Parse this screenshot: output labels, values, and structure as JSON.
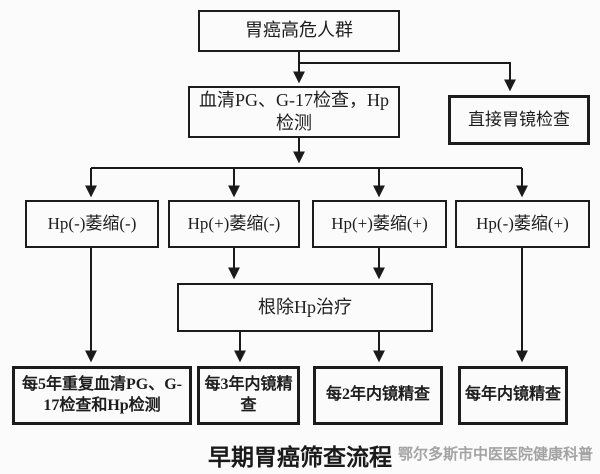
{
  "diagram": {
    "title": "早期胃癌筛查流程",
    "watermark": "鄂尔多斯市中医医院健康科普",
    "nodes": {
      "high_risk": "胃癌高危人群",
      "serum_test": "血清PG、G-17检查，Hp检测",
      "direct_gastroscopy": "直接胃镜检查",
      "hp_neg_atrophy_neg": "Hp(-)萎缩(-)",
      "hp_pos_atrophy_neg": "Hp(+)萎缩(-)",
      "hp_pos_atrophy_pos": "Hp(+)萎缩(+)",
      "hp_neg_atrophy_pos": "Hp(-)萎缩(+)",
      "eradicate_hp": "根除Hp治疗",
      "repeat_5yr": "每5年重复血清PG、G-17检查和Hp检测",
      "endoscopy_3yr": "每3年内镜精查",
      "endoscopy_2yr": "每2年内镜精查",
      "endoscopy_1yr": "每年内镜精查"
    },
    "colors": {
      "background": "#fbfbfb",
      "line": "#1a1a1a",
      "box_border": "#1c1c1c",
      "text": "#1d1d1d",
      "watermark": "#a3a3a3"
    }
  }
}
